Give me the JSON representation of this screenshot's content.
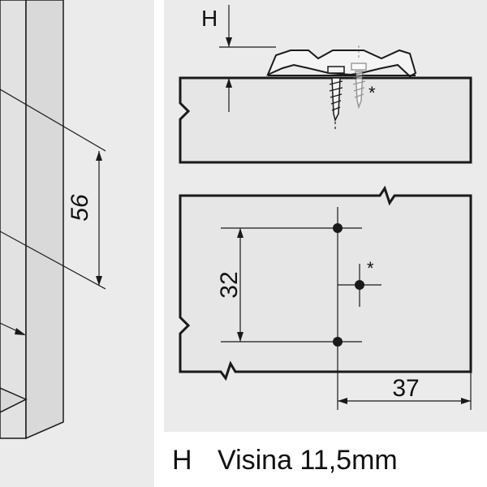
{
  "labels": {
    "h_marker": "H",
    "dim_56": "56",
    "dim_32": "32",
    "dim_37": "37",
    "asterisk_top": "*",
    "asterisk_bottom": "*"
  },
  "caption": {
    "key": "H",
    "text": "Visina 11,5mm"
  },
  "colors": {
    "panel_background": "#ebebeb",
    "board_fill": "#e6e6e6",
    "line": "#1a1a1a",
    "text": "#111111"
  }
}
